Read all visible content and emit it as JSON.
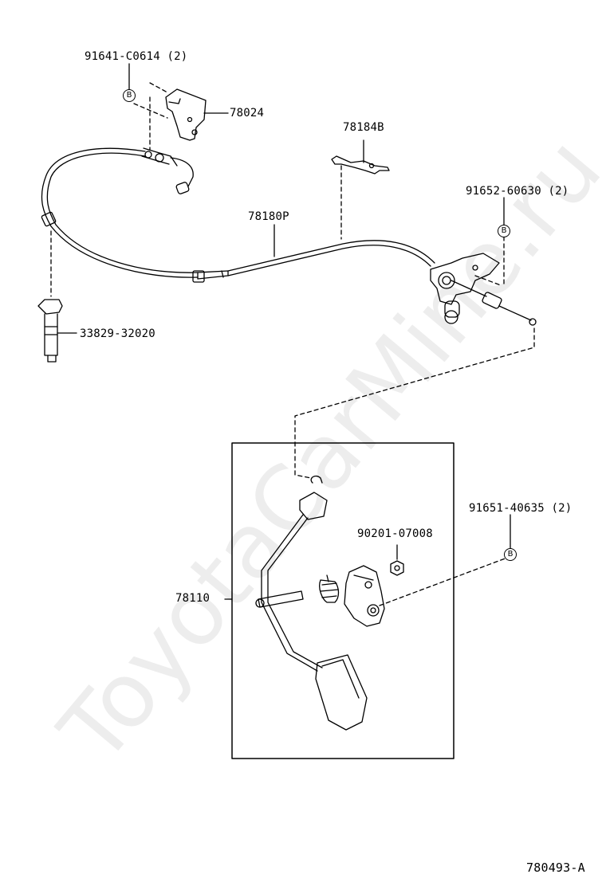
{
  "watermark": "ToyotaCarMine.ru",
  "diagram_id": "780493-A",
  "parts": {
    "p1": "91641-C0614 (2)",
    "p2": "78024",
    "p3": "78184B",
    "p4": "91652-60630 (2)",
    "p5": "78180P",
    "p6": "33829-32020",
    "p7": "91651-40635 (2)",
    "p8": "90201-07008",
    "p9": "78110"
  },
  "bolt_marker": "B"
}
